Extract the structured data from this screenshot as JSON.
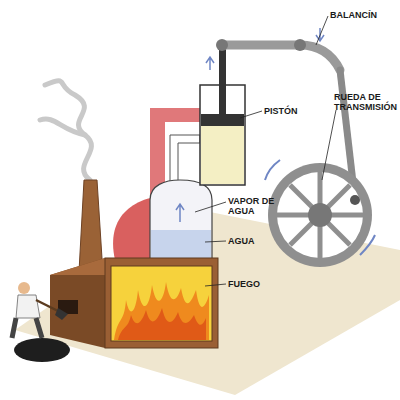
{
  "diagram": {
    "labels": [
      "BALANCÍN",
      "PISTÓN",
      "RUEDA DE TRANSMISIÓN",
      "VAPOR DE AGUA",
      "AGUA",
      "FUEGO"
    ]
  }
}
